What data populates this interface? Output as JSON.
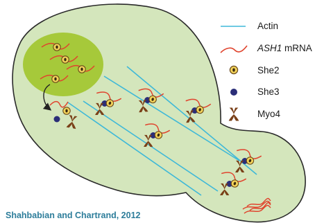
{
  "legend": {
    "items": [
      {
        "id": "actin",
        "label": "Actin",
        "label_italic_part": ""
      },
      {
        "id": "mrna",
        "label": " mRNA",
        "label_italic_part": "ASH1"
      },
      {
        "id": "she2",
        "label": "She2",
        "label_italic_part": ""
      },
      {
        "id": "she3",
        "label": "She3",
        "label_italic_part": ""
      },
      {
        "id": "myo4",
        "label": "Myo4",
        "label_italic_part": ""
      }
    ]
  },
  "credit": "Shahbabian and Chartrand, 2012",
  "colors": {
    "cell_fill": "#d4e6bc",
    "cell_stroke": "#2a2a2a",
    "nucleus_fill": "#a6c93a",
    "actin": "#3eb8d8",
    "mrna": "#e0442e",
    "she2_fill": "#f2d25a",
    "she2_stroke": "#6a4a1a",
    "she3": "#2b2e78",
    "myo4": "#7a4018",
    "credit": "#2d7d9a",
    "arrow": "#222222"
  }
}
